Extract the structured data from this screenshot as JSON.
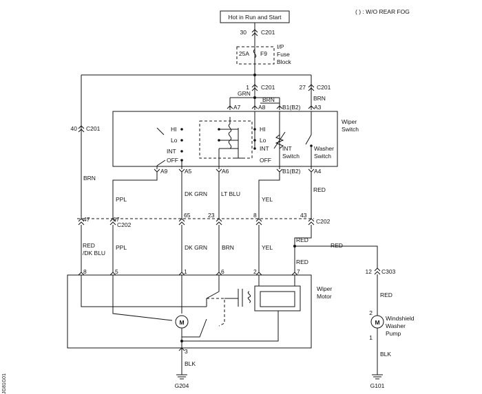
{
  "header": {
    "power_source": "Hot in Run and Start",
    "legend": "( ) : W/O REAR FOG",
    "side_code": "JG81G01"
  },
  "fuse": {
    "rating": "25A",
    "id": "F9",
    "block_label": "I/P Fuse Block",
    "block_line1": "I/P",
    "block_line2": "Fuse",
    "block_line3": "Block"
  },
  "connectors": {
    "c201_top": {
      "pin": "30",
      "name": "C201"
    },
    "c201_mid": {
      "pin": "1",
      "name": "C201"
    },
    "c201_right": {
      "pin": "27",
      "name": "C201"
    },
    "c201_left": {
      "pin": "40",
      "name": "C201"
    },
    "c202_pins": [
      "47",
      "67",
      "65",
      "23",
      "8",
      "43"
    ],
    "c202_name": "C202",
    "c303": {
      "pin": "12",
      "name": "C303"
    }
  },
  "switch": {
    "title_line1": "Wiper",
    "title_line2": "Switch",
    "pins_top": [
      "A7",
      "A8",
      "B1(B2)",
      "A3"
    ],
    "pins_bottom": [
      "A9",
      "A5",
      "A6",
      "B1(B2)",
      "A4"
    ],
    "positions_left": [
      "HI",
      "Lo",
      "INT",
      "OFF"
    ],
    "positions_right": [
      "HI",
      "Lo",
      "INT",
      "OFF"
    ],
    "int_switch_line1": "INT",
    "int_switch_line2": "Switch",
    "washer_switch_line1": "Washer",
    "washer_switch_line2": "Switch"
  },
  "wires": {
    "grn": "GRN",
    "brn_top": "BRN",
    "brn_right": "BRN",
    "brn_left": "BRN",
    "ppl_upper": "PPL",
    "dkgrn_upper": "DK GRN",
    "ltblu": "LT BLU",
    "yel_upper": "YEL",
    "red_upper": "RED",
    "reddkblu_line1": "RED",
    "reddkblu_line2": "/DK BLU",
    "ppl_lower": "PPL",
    "dkgrn_lower": "DK GRN",
    "brn_lower": "BRN",
    "yel_lower": "YEL",
    "red_c202": "RED",
    "red_branch": "RED",
    "red_motor": "RED",
    "red_pump": "RED",
    "blk_motor": "BLK",
    "blk_pump": "BLK"
  },
  "motor": {
    "title_line1": "Wiper",
    "title_line2": "Motor",
    "pins": [
      "8",
      "5",
      "1",
      "6",
      "2",
      "7"
    ],
    "ground_pin": "3",
    "symbol": "M"
  },
  "pump": {
    "title_line1": "Windshield",
    "title_line2": "Washer",
    "title_line3": "Pump",
    "pin_top": "2",
    "pin_bottom": "1",
    "symbol": "M"
  },
  "grounds": {
    "motor": "G204",
    "pump": "G101"
  }
}
